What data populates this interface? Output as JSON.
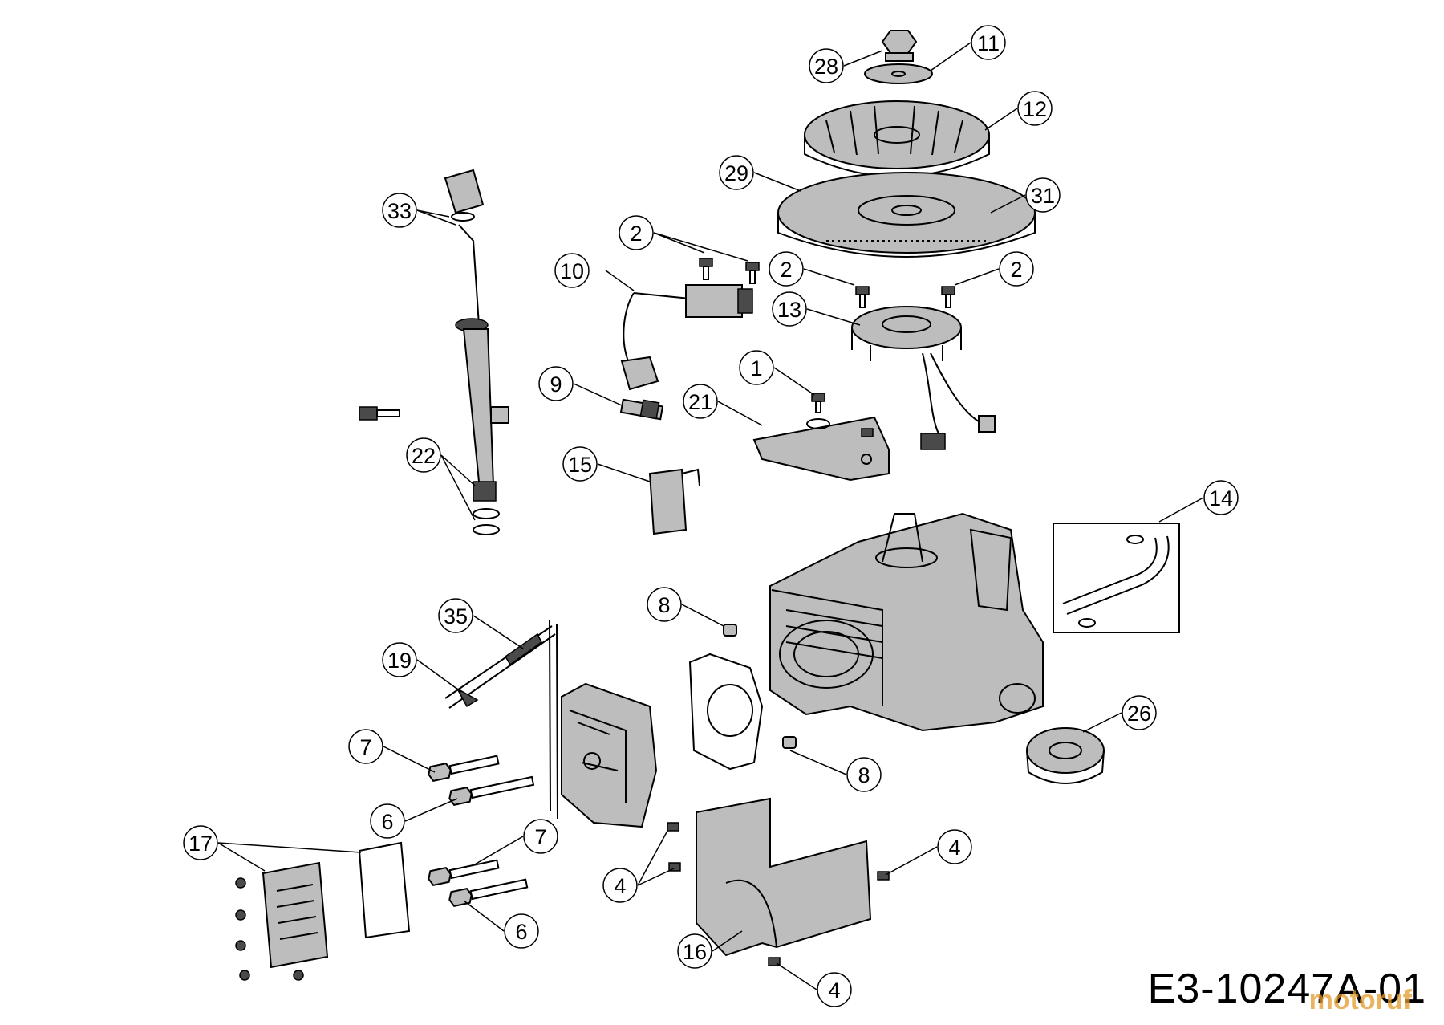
{
  "callouts": [
    {
      "label": "28"
    },
    {
      "label": "11"
    },
    {
      "label": "12"
    },
    {
      "label": "29"
    },
    {
      "label": "31"
    },
    {
      "label": "2"
    },
    {
      "label": "10"
    },
    {
      "label": "2"
    },
    {
      "label": "2"
    },
    {
      "label": "13"
    },
    {
      "label": "33"
    },
    {
      "label": "1"
    },
    {
      "label": "9"
    },
    {
      "label": "21"
    },
    {
      "label": "22"
    },
    {
      "label": "15"
    },
    {
      "label": "14"
    },
    {
      "label": "8"
    },
    {
      "label": "35"
    },
    {
      "label": "19"
    },
    {
      "label": "26"
    },
    {
      "label": "7"
    },
    {
      "label": "8"
    },
    {
      "label": "6"
    },
    {
      "label": "17"
    },
    {
      "label": "7"
    },
    {
      "label": "4"
    },
    {
      "label": "4"
    },
    {
      "label": "6"
    },
    {
      "label": "16"
    },
    {
      "label": "4"
    }
  ],
  "document_code": "E3-10247A-01",
  "watermark_text": "motoruf",
  "colors": {
    "line": "#000000",
    "part_fill": "#bdbdbd",
    "watermark": "#e39a2c"
  }
}
